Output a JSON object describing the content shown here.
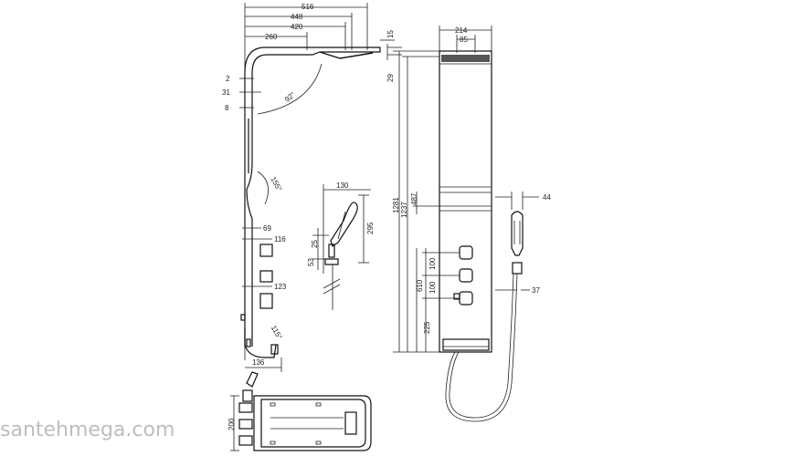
{
  "dims": {
    "top_516": "516",
    "top_448": "448",
    "top_420": "420",
    "top_260": "260",
    "d_15": "15",
    "d_29": "29",
    "d_2": "2",
    "d_31": "31",
    "d_8": "8",
    "angle_92": "92°",
    "angle_155": "155°",
    "d_69": "69",
    "d_116": "116",
    "d_123": "123",
    "angle_115": "115°",
    "d_136": "136",
    "d_200": "200",
    "hand_130": "130",
    "hand_295": "295",
    "hand_25": "25",
    "hand_53": "53",
    "front_214": "214",
    "front_85": "85",
    "front_1281": "1281",
    "front_1237": "1237",
    "front_487": "487",
    "front_100a": "100",
    "front_100b": "100",
    "front_610": "610",
    "front_225": "225",
    "side_44": "44",
    "side_37": "37"
  },
  "watermark": "santehmega.com"
}
